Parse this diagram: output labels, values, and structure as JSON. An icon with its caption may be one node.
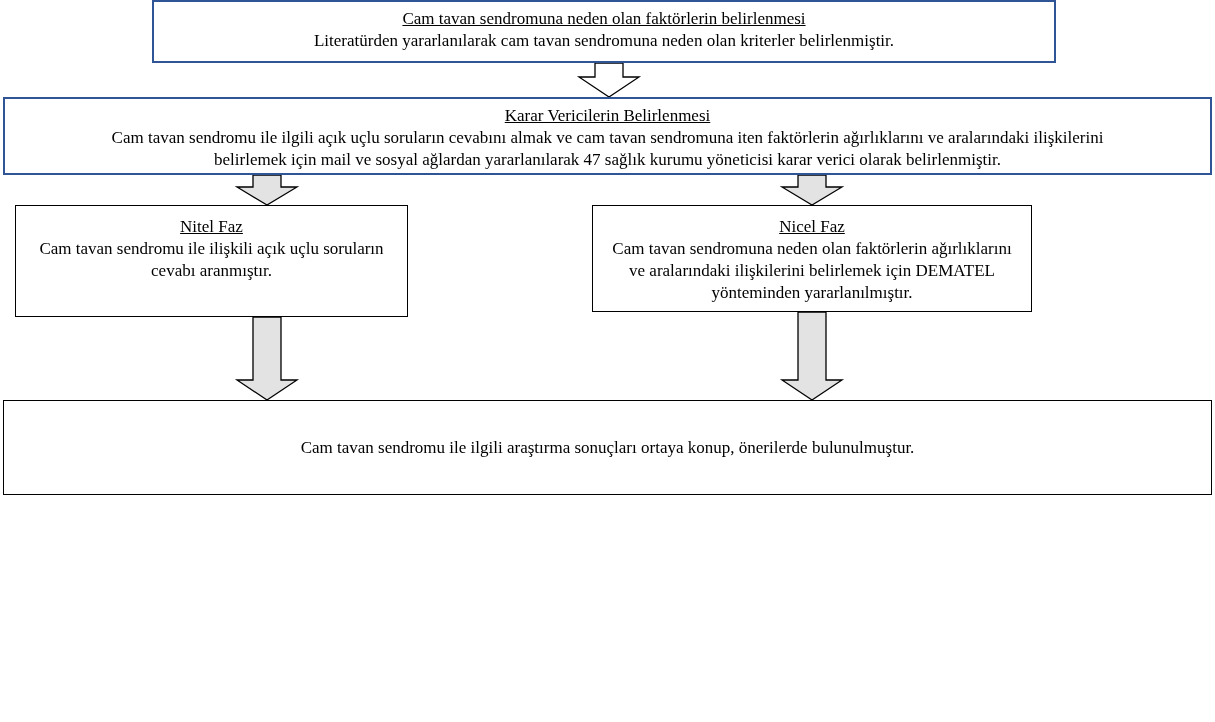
{
  "diagram": {
    "nodes": [
      {
        "text": [
          "Cam tavan sendromuna neden olan faktörlerin belirlenmesi",
          "Literatürden yararlanılarak cam tavan sendromuna neden olan kriterler belirlenmiştir."
        ]
      },
      {
        "text": [
          "Karar Vericilerin Belirlenmesi",
          "Cam tavan sendromu ile ilgili açık uçlu soruların cevabını almak ve cam tavan sendromuna iten faktörlerin ağırlıklarını ve aralarındaki ilişkilerini belirlemek için mail ve sosyal ağlardan yararlanılarak 47 sağlık kurumu yöneticisi karar verici olarak belirlenmiştir."
        ]
      },
      {
        "text": [
          "Nitel Faz",
          "Cam tavan sendromu ile ilişkili açık uçlu soruların cevabı aranmıştır."
        ]
      },
      {
        "text": [
          "Nicel Faz",
          "Cam tavan sendromuna neden olan faktörlerin ağırlıklarını ve aralarındaki ilişkilerini belirlemek için DEMATEL yönteminden yararlanılmıştır."
        ]
      },
      {
        "text": [
          "Cam tavan sendromu ile ilgili araştırma sonuçları ortaya konup, önerilerde bulunulmuştur."
        ]
      }
    ],
    "edges": [
      {
        "from": 0,
        "to": 1,
        "arrow": "to",
        "color": "#ffffff"
      },
      {
        "from": 1,
        "to": 2,
        "arrow": "to"
      },
      {
        "from": 1,
        "to": 3,
        "arrow": "to"
      },
      {
        "from": 2,
        "to": 4,
        "arrow": "to"
      },
      {
        "from": 3,
        "to": 4,
        "arrow": "to"
      }
    ]
  }
}
